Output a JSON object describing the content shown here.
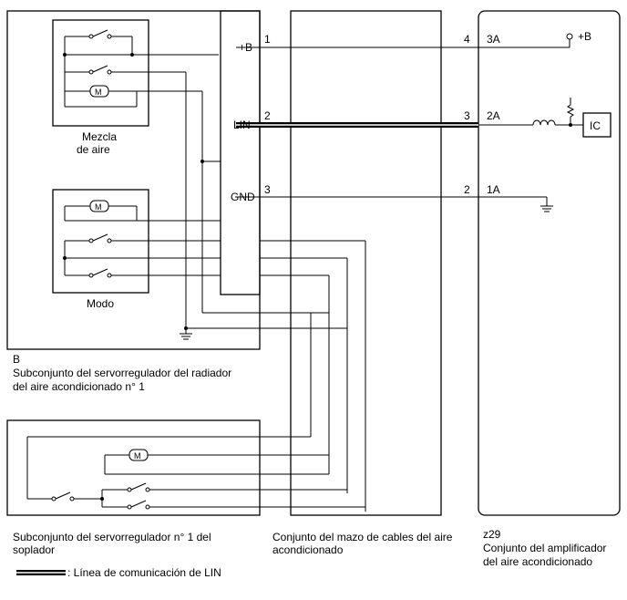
{
  "blocks": {
    "servo_radiator": {
      "code": "B",
      "name_line1": "Subconjunto del servorregulador del radiador",
      "name_line2": "del aire acondicionado n° 1",
      "mix_label_1": "Mezcla",
      "mix_label_2": "de aire",
      "mode_label": "Modo",
      "pins": [
        {
          "label": "+B",
          "num": "1"
        },
        {
          "label": "LIN",
          "num": "2"
        },
        {
          "label": "GND",
          "num": "3"
        }
      ]
    },
    "servo_blower": {
      "name_line1": "Subconjunto del servorregulador n° 1 del",
      "name_line2": "soplador"
    },
    "harness": {
      "name_line1": "Conjunto del mazo de cables del aire",
      "name_line2": "acondicionado",
      "left_pins": [
        "4",
        "3",
        "2"
      ]
    },
    "amplifier": {
      "code": "z29",
      "name_line1": "Conjunto del amplificador",
      "name_line2": "del aire acondicionado",
      "pins": [
        "3A",
        "2A",
        "1A"
      ],
      "power_label": "+B",
      "ic_label": "IC"
    }
  },
  "legend": {
    "text": ": Línea de comunicación de LIN"
  }
}
